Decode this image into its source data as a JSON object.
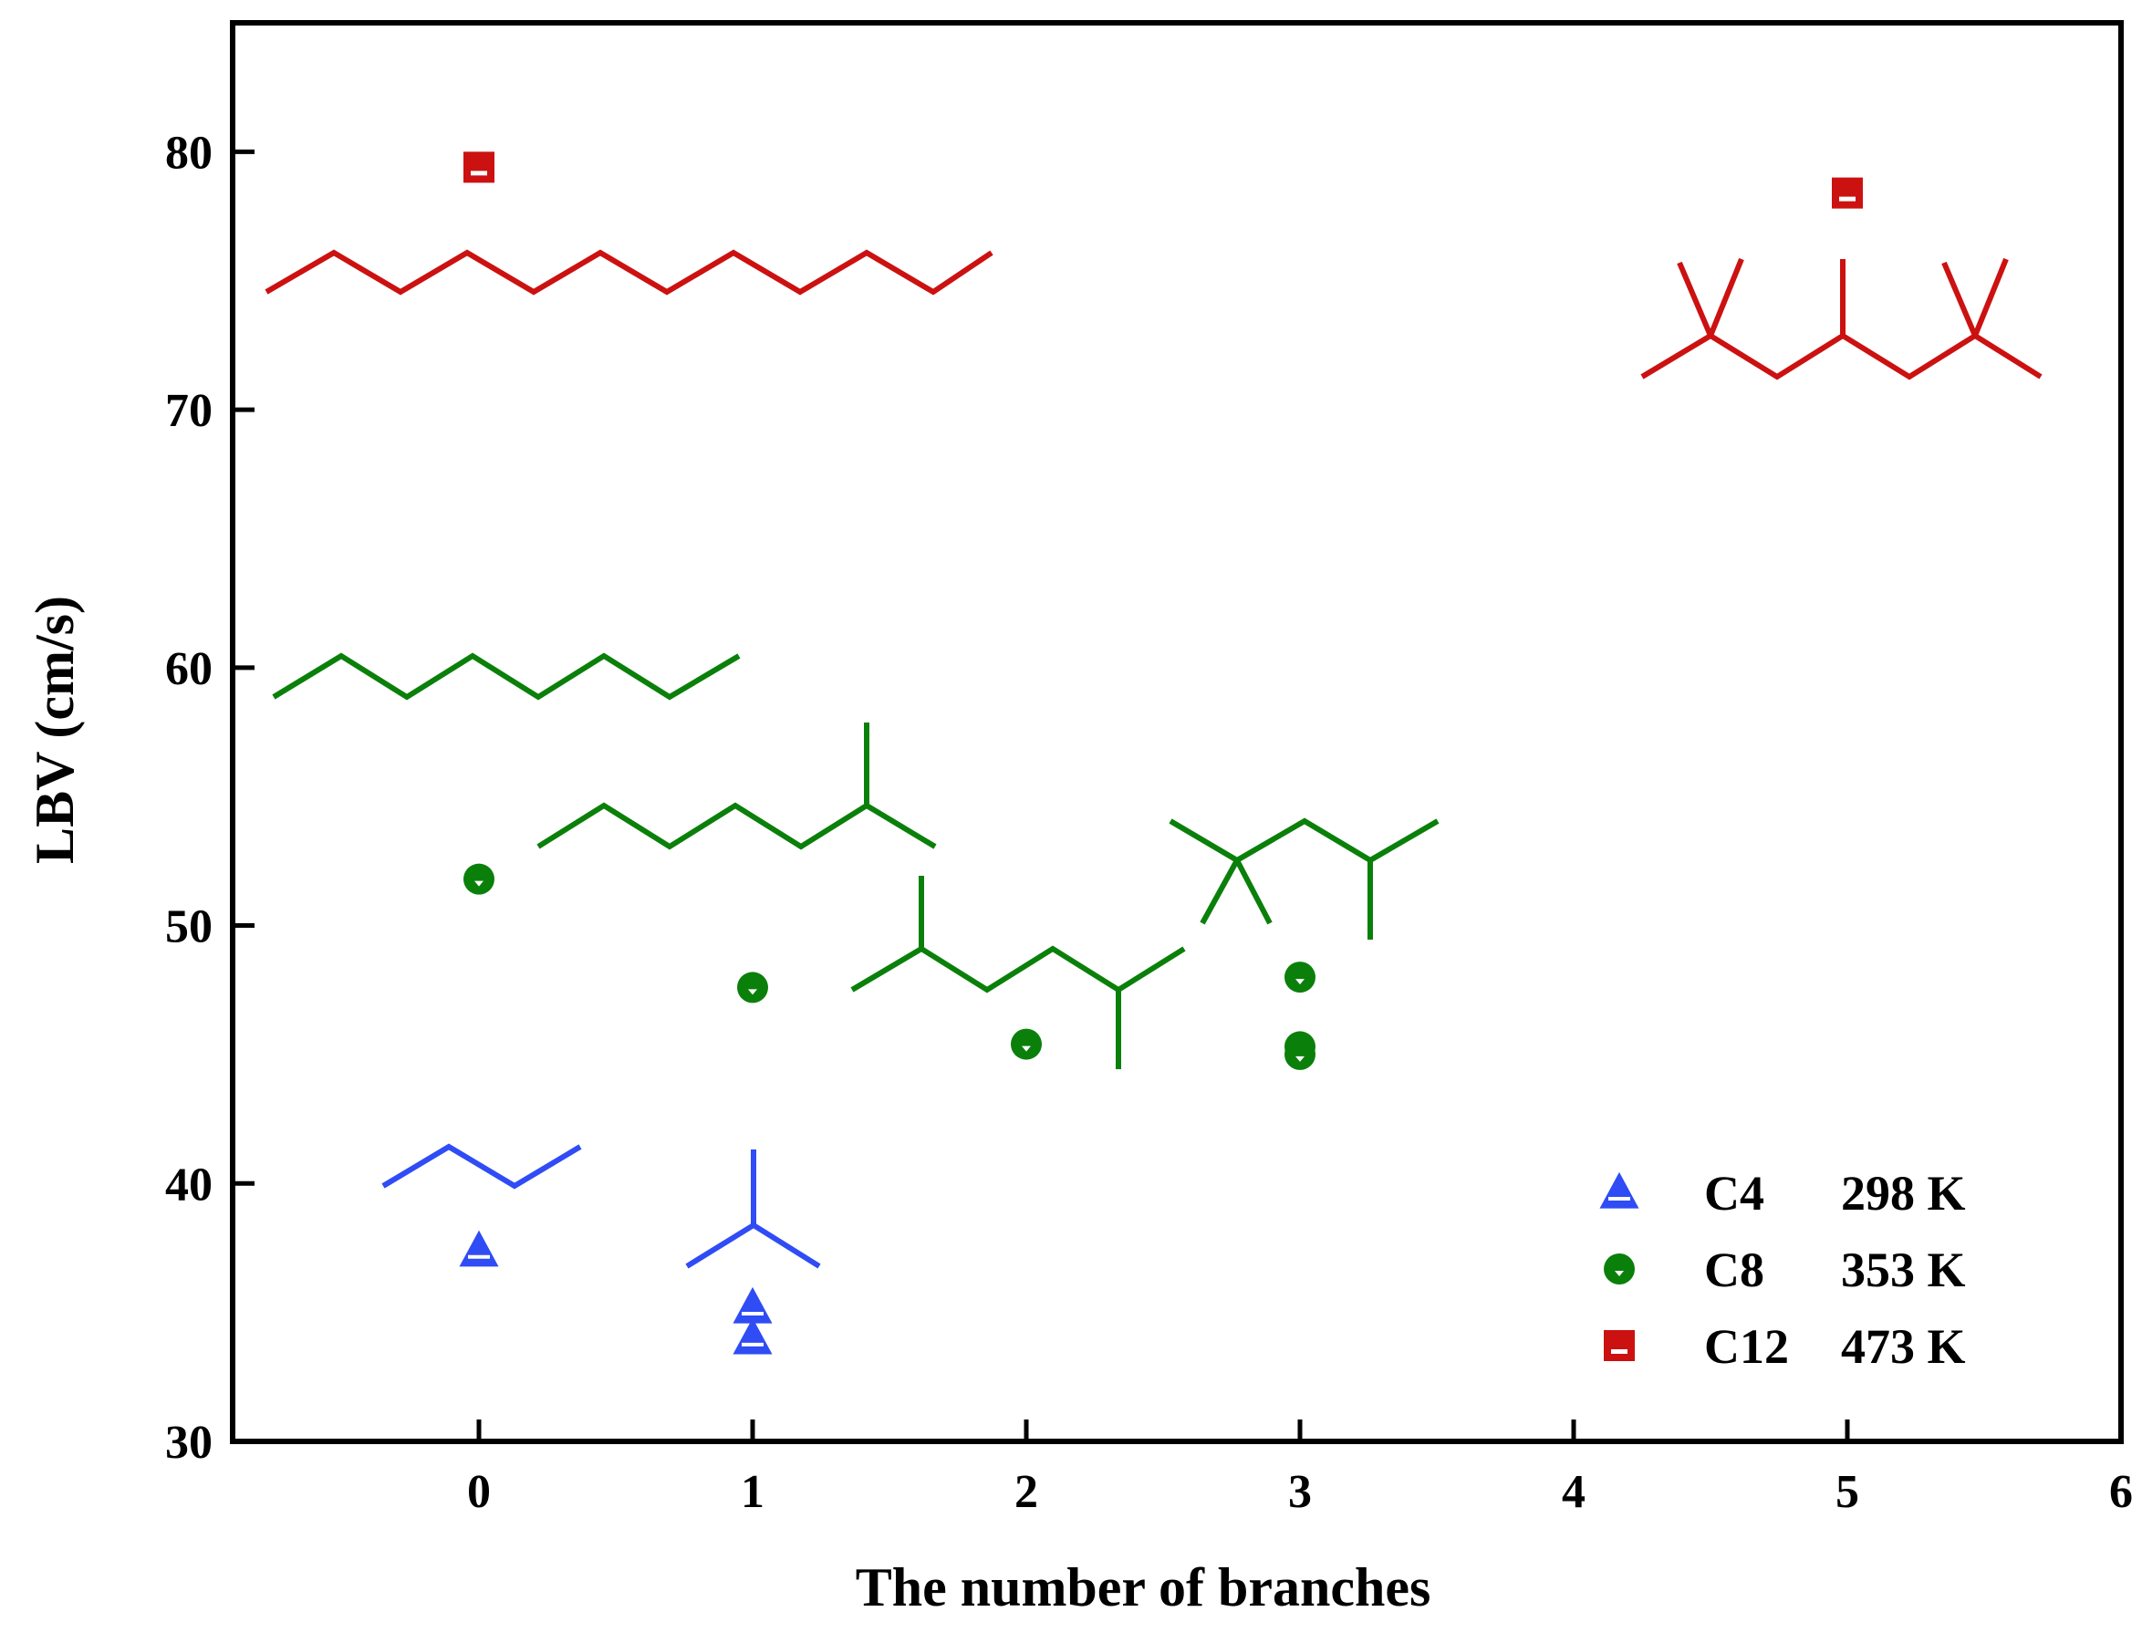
{
  "chart_data": {
    "type": "scatter",
    "title": "",
    "xlabel": "The number of branches",
    "ylabel": "LBV (cm/s)",
    "xlim": [
      -0.9,
      6
    ],
    "ylim": [
      30,
      85
    ],
    "xticks": [
      "0",
      "1",
      "2",
      "3",
      "4",
      "5",
      "6"
    ],
    "yticks": [
      "30",
      "40",
      "50",
      "60",
      "70",
      "80"
    ],
    "grid": false,
    "legend_position": "bottom-right",
    "series": [
      {
        "name": "C4",
        "temperature": "298 K",
        "marker": "triangle",
        "color": "#2f4cf5",
        "points": [
          {
            "x": 0,
            "y": 37.4
          },
          {
            "x": 1,
            "y": 35.2
          },
          {
            "x": 1,
            "y": 34.0
          }
        ]
      },
      {
        "name": "C8",
        "temperature": "353 K",
        "marker": "circle",
        "color": "#0a800a",
        "points": [
          {
            "x": 0,
            "y": 51.8
          },
          {
            "x": 1,
            "y": 47.6
          },
          {
            "x": 2,
            "y": 45.4
          },
          {
            "x": 3,
            "y": 48.0
          },
          {
            "x": 3,
            "y": 45.3
          },
          {
            "x": 3,
            "y": 45.0
          }
        ]
      },
      {
        "name": "C12",
        "temperature": "473 K",
        "marker": "square",
        "color": "#cc1111",
        "points": [
          {
            "x": 0,
            "y": 79.4
          },
          {
            "x": 5,
            "y": 78.4
          }
        ]
      }
    ]
  }
}
